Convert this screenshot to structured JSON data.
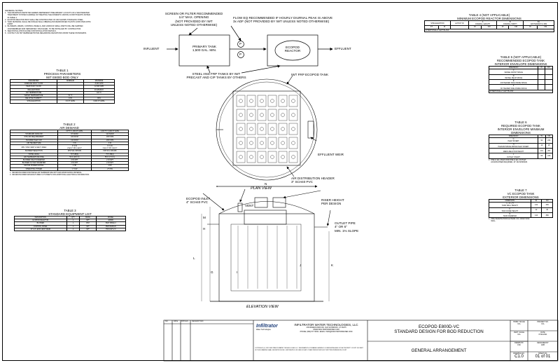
{
  "general_notes": {
    "title": "GENERAL NOTES",
    "items": [
      "1.  THE DRAWINGS DEPICTED HEREIN REPRESENT PRELIMINARY LAYOUTS OF A WASTEWATER",
      "     TREATMENT SYSTEM CAPABLE OF TREATING THE DOMESTIC WASTE CONSTITUENTS NOTED",
      "     IN TABLE 1.",
      "2.  ECOPOD REACTOR BOX SHALL BE CONSTRUCTED OF 400 SHOWN STAINLESS STEEL.",
      "3.  TANK MATERIAL SHALL BE SINGLE WALL FIBERGLASS REINFORCED PLASTIC (FRP) PER ASTM",
      "     D4097.",
      "4.  BLOWERS, WEIRS, CONTROL PANELS, AND VARIOUS SMALL PARTS WILL BE SHIPPED",
      "     UNASSEMBLED AND SEPARATELY PACKAGED, TO BE INSTALLED BY CONTRACTOR.",
      "5.  SEE INSTALLATION GUIDE FOR INSTALLATION DETAILS.",
      "6.  CONTACT AN IWT REPRESENTATIVE REGARDING DEVIATIONS FROM THESE STANDARDS."
    ]
  },
  "table1": {
    "title": [
      "TABLE 1",
      "PROCESS PARAMETERS",
      "IWT E800D BOD ONLY"
    ],
    "headers": [
      "PARAMETER",
      "MINIMUM",
      "MAXIMUM"
    ],
    "rows": [
      [
        "AVERAGE DAILY FLOW",
        "",
        "8,000 GPD"
      ],
      [
        "PEAK DAILY FLOW",
        "",
        "12,000 GPD"
      ],
      [
        "INFLUENT BOD",
        "",
        "20 LBS/DAY"
      ],
      [
        "AIR TEMPERATURE",
        "",
        "115 °F"
      ],
      [
        "WATER TEMPERATURE",
        "50 °F",
        ""
      ],
      [
        "RELATIVE HUMIDITY",
        "10%",
        "90%"
      ],
      [
        "SITE ELEVATION",
        "3.0 FT AMSL",
        "3,000 FT AMSL"
      ]
    ]
  },
  "table2": {
    "title": [
      "TABLE 2",
      "AIR DEMAND"
    ],
    "headers": [
      "",
      "UP TO 1,000 FT AMSL",
      "1,000 TO 3,000 FT AMSL"
    ],
    "rows": [
      [
        "STANDARD AIRFLOW",
        "97 SCFM",
        "113 SCFM"
      ],
      [
        "SITE AIR REQUIREMENT",
        "100 ICFM",
        "106 ICFM"
      ],
      [
        "BLOWER INLET AIR",
        "110 ICFM",
        "109 ICFM"
      ],
      [
        "AIR HEADER SIZE",
        "3 IN",
        "3 IN"
      ],
      [
        "MIN. TANK VENT & SECT. AREA",
        "4\" 6 IN\n2 EA 4\" OR 1 EA 6\"",
        "6\" 6 IN\n2 EA 4\" OR 1 EA 6\""
      ],
      [
        "BLOWER SELECTION",
        "FPZ SCL K05-MS",
        "FPZ SCL K06-MS"
      ],
      [
        "NOISE LEVEL",
        "70.5 dB(A)",
        "70.5 dB(A)"
      ],
      [
        "AIR TEMPERATURE RISE",
        "53 F (18.3 C)",
        "55 F (17.6 C)"
      ],
      [
        "BLOWER INLET DIAMETER",
        "2 IN NPT",
        "2 IN NPT"
      ],
      [
        "BLOWER OUTLET DIAMETER",
        "2 IN NPT",
        "2 IN NPT"
      ],
      [
        "MOTOR POWER RATING",
        "2 HP",
        "4 HP"
      ],
      [
        "OPERATING POWER",
        "1.7 KW",
        "2.5 KW"
      ]
    ],
    "notes": [
      "1.  REVIEW BLOWER DISCHARGE AIR TEMPERATURE WITH AIR MANIFOLDING MATERIAL.",
      "2.  REVIEW BLOWER MANUFACTURER CUT SHEETS FOR ADDITIONAL ELECTRICAL INFORMATION."
    ]
  },
  "table3": {
    "title": [
      "TABLE 3",
      "STANDARD EQUIPMENT LIST"
    ],
    "headers": [
      "DESCRIPTION",
      "QTY",
      "MAKE",
      "MODEL"
    ],
    "rows": [
      [
        "ECOPOD REACTOR",
        "1",
        "IWT",
        "E800D"
      ],
      [
        "BLOWER",
        "1",
        "FPZ",
        "PER TABLE 2"
      ],
      [
        "CONTROL PANEL",
        "1",
        "IWT",
        "PER DESIGN"
      ],
      [
        "24\" E.S. EFFLUENT WEIR",
        "1",
        "IWT",
        "TROUGH-2.0"
      ]
    ]
  },
  "table4": {
    "title": [
      "TABLE 4 (NOT APPLICABLE)",
      "MINIMUM ECOPOD REACTOR DIMENSIONS"
    ],
    "headers": [
      "SITE ELEVATION",
      "LAYOUT ID",
      "A\nOVERALL LENGTH",
      "B\nOVERALL WIDTH",
      "B1\nAIR HEADER CL DIM"
    ],
    "subheaders": [
      "FT",
      "M",
      "IN",
      "CM",
      "IN",
      "CM",
      "IN",
      "CM"
    ],
    "footer": "INTENTIONALLY LEFT BLANK"
  },
  "table5": {
    "title": [
      "TABLE 5 (NOT APPLICABLE)",
      "RECOMMENDED ECOPOD TANK",
      "INTERIOR ENVELOPE DIMENSIONS"
    ],
    "headers": [
      "DIMENSION",
      "IN",
      "CM"
    ],
    "rows": [
      [
        "C\nVESSEL FRONT SPACE",
        "",
        ""
      ],
      [
        "D\nVESSEL REAR SPACE",
        "",
        ""
      ],
      [
        "E\nAIR HEADER SIDE INSIDE SPACE",
        "",
        ""
      ],
      [
        "F\nNO HEADER SIDE INSIDE SPACE",
        "",
        ""
      ]
    ],
    "footer": "INTENTIONALLY LEFT BLANK"
  },
  "table6": {
    "title": [
      "TABLE 6",
      "REQUIRED ECOPOD TANK",
      "INTERIOR ENVELOPE MINIMUM",
      "DIMENSIONS"
    ],
    "headers": [
      "DIMENSION",
      "IN",
      "CM"
    ],
    "rows": [
      [
        "G\nINLET INVERT",
        "92",
        "234"
      ],
      [
        "H\nPLENUM SPACE ABOVE INLET INVERT",
        "10",
        "25"
      ],
      [
        "I\nMEDIA REACTOR HEIGHT",
        "101",
        "257"
      ],
      [
        "J\nOUTLET INVERT",
        "89",
        "226"
      ]
    ],
    "notes": [
      "1.  ONE (1 EA.) INLET AND ONE (1 EA.) OUTLET",
      "     ACCESS RISER REQUIRED, 24\" DIA MINIMUM."
    ]
  },
  "table7": {
    "title": [
      "TABLE 7",
      "VC ECOPOD TANK",
      "EXTERIOR DIMENSIONS"
    ],
    "headers": [
      "DIMENSION",
      "IN",
      "CM"
    ],
    "rows": [
      [
        "L + G + H\nTANK WALL HEIGHT",
        "132",
        "335"
      ],
      [
        "K\nTANK DOME HEIGHT",
        "12",
        "30"
      ],
      [
        "N\nTANK DIAMETER",
        "144",
        "366"
      ]
    ],
    "notes": [
      "1.  PIPE PENETRATIONS EXTEND 3 IN. FROM TANK",
      "     WALL."
    ]
  },
  "callouts": {
    "screen_filter": [
      "SCREEN OR FILTER RECOMMENDED",
      "1/4\" MAX. OPENING",
      "(NOT PROVIDED BY IWT",
      "UNLESS NOTED OTHERWISE)"
    ],
    "flow_eq": [
      "FLOW EQ RECOMMENDED IF HOURLY DIURNAL PEAK IS ABOVE",
      "3x ADF (NOT PROVIDED BY IWT UNLESS NOTED OTHERWISE)"
    ],
    "influent": "INFLUENT",
    "primary_tank": [
      "PRIMARY TANK",
      "1,500 GAL. MIN."
    ],
    "ecopod_reactor": [
      "ECOPOD",
      "REACTOR"
    ],
    "effluent": "EFFLUENT",
    "pump_label": "P",
    "steel_frp": [
      "STEEL AND FRP TANKS BY IWT",
      "PRECAST AND CIP TANKS BY OTHERS"
    ],
    "iwt_frp_tank": "IWT FRP ECOPOD TANK",
    "effluent_weir": "EFFLUENT WEIR",
    "air_header": [
      "AIR DISTRIBUTION HEADER",
      "3\" SCH40 PVC"
    ],
    "plan_view": "PLAN VIEW",
    "dim_n": "N",
    "ecopod_inlet": [
      "ECOPOD INLET",
      "4\" SCH40 PVC"
    ],
    "vent": "VENT",
    "riser_height": [
      "RISER HEIGHT",
      "PER DESIGN"
    ],
    "outlet_pipe": [
      "OUTLET PIPE",
      "4\" OR 6\"",
      "MIN. 1% SLOPE"
    ],
    "elevation_view": "ELEVATION VIEW",
    "dims": {
      "m": "M",
      "h": "H",
      "l": "L",
      "g": "G",
      "i": "I",
      "j": "J",
      "k": "K"
    }
  },
  "title_block": {
    "rev_headers": [
      "NO.",
      "DATE",
      "INITIALS",
      "DESCRIPTION"
    ],
    "logo_name": "Infiltrator",
    "logo_sub": "Water Technologies",
    "company": "INFILTRATOR WATER TECHNOLOGIES, LLC",
    "address": "4 BUSINESS PARK RD, OLD SAYBROOK, CT 06475",
    "web": "WWW.INFILTRATORWATER.COM",
    "phone": "PHONE: (860) 577-5030 • EMAIL: INFO@INFILTRATORWATER.COM",
    "copyright": "COPYRIGHT (C) 2021 INFILTRATOR WATER TECHNOLOGIES LLC. INFORMATION CONTAINED HEREIN IS CONFIDENTIAL AND IS THE PROPERTY OF IWT. NO PART OF THIS DRAWING SHALL BE REPRODUCED, DISTRIBUTED OR USED BY ANY OTHER PERSON WITHOUT WRITTEN PERMISSION OF IWT.",
    "drawing_title": [
      "ECOPOD E800D-VC",
      "STANDARD DESIGN FOR BOD REDUCTION"
    ],
    "sheet_title": "GENERAL ARRANGEMENT",
    "horiz_scale_label": "HORIZ. SCALE",
    "horiz_scale": "N/A",
    "vert_scale_label": "VERT. SCALE",
    "vert_scale": "N/A",
    "project_no_label": "PROJECT NO.",
    "project_no": "N/A",
    "date_label": "DATE",
    "date": "07/21/2021",
    "drawn_by_label": "DRAWN BY",
    "drawn_by": "CSK",
    "designed_by_label": "DESIGNED BY",
    "designed_by": "ADB",
    "drawing_no_label": "DRAWING NO.",
    "drawing_no": "C1.0",
    "sheet_no_label": "SHEET NO.",
    "sheet_no": "01 of 01"
  }
}
